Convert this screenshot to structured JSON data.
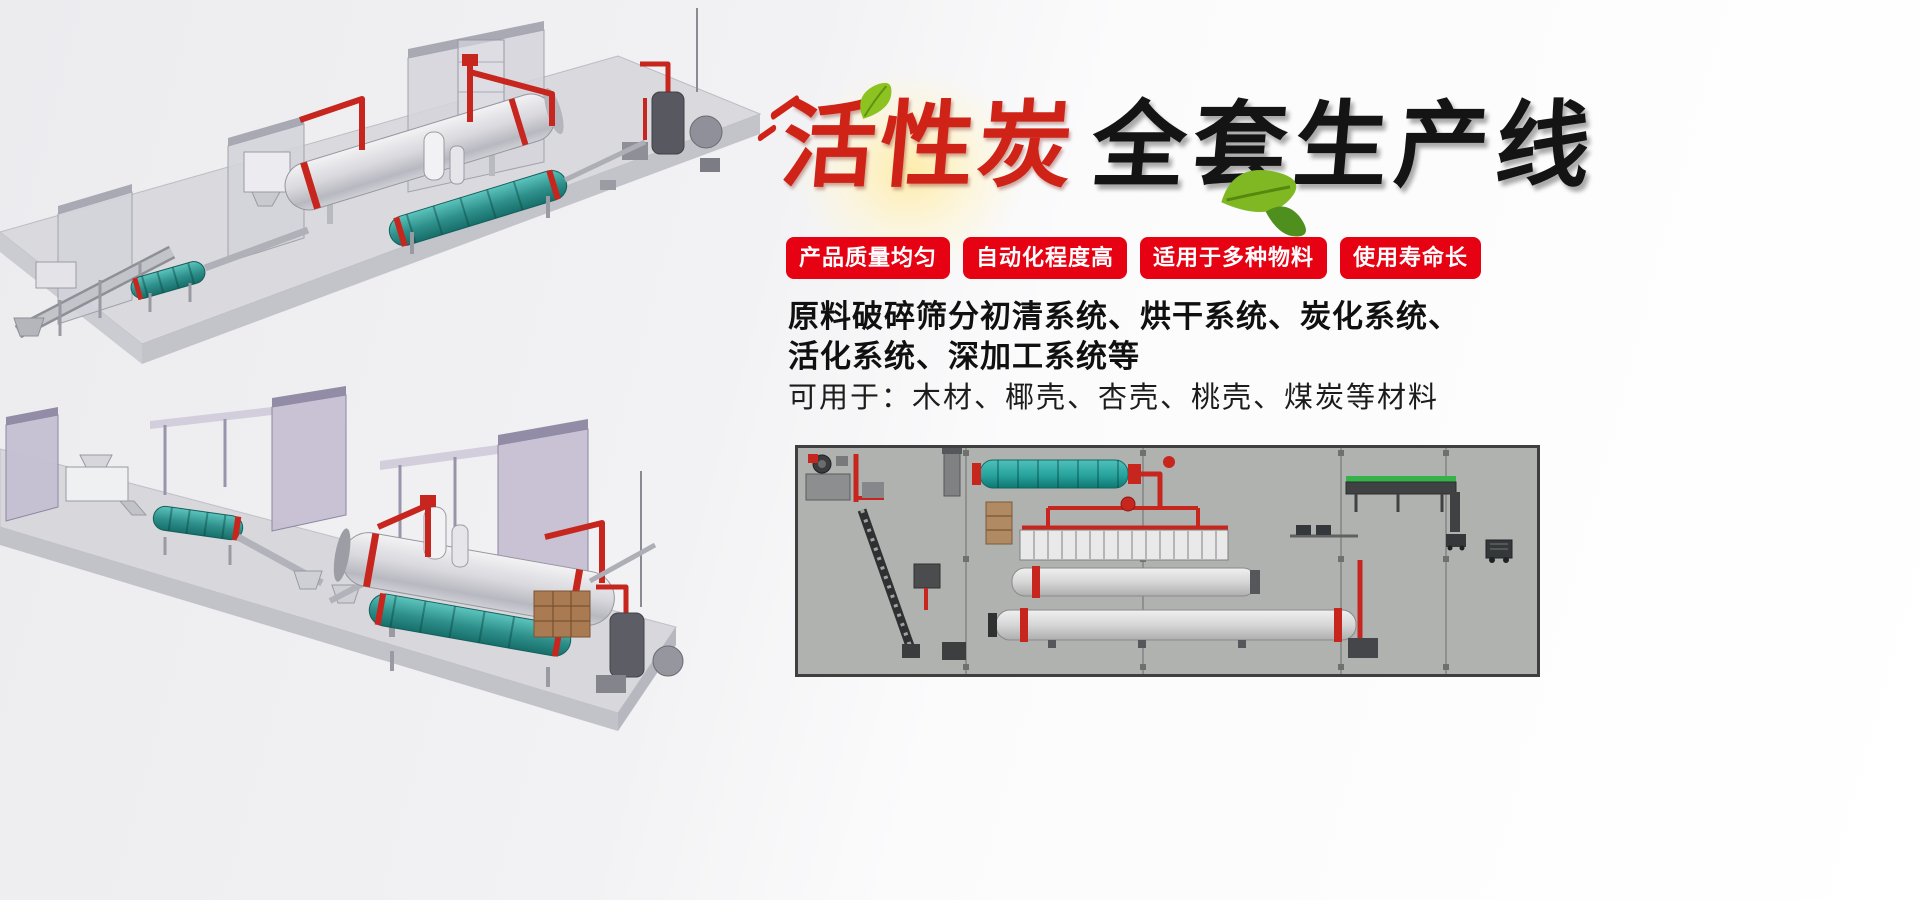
{
  "hero": {
    "title_red": "活性炭",
    "title_black": "全套生产线",
    "badges": [
      "产品质量均匀",
      "自动化程度高",
      "适用于多种物料",
      "使用寿命长"
    ],
    "desc_bold_line1": "原料破碎筛分初清系统、烘干系统、炭化系统、",
    "desc_bold_line2": "活化系统、深加工系统等",
    "desc_plain": "可用于：木材、椰壳、杏壳、桃壳、煤炭等材料"
  },
  "colors": {
    "badge_red": "#e60113",
    "title_red": "#cf2318",
    "title_black": "#141414",
    "leaf_green": "#7fb823",
    "machine_teal": "#2f948f",
    "pipe_red": "#c6261d",
    "panel_gray": "#b0b2b0"
  },
  "icons": {
    "leaf": "leaf-icon",
    "glow": "light-glow",
    "brush_stroke": "red-brush-stroke"
  }
}
